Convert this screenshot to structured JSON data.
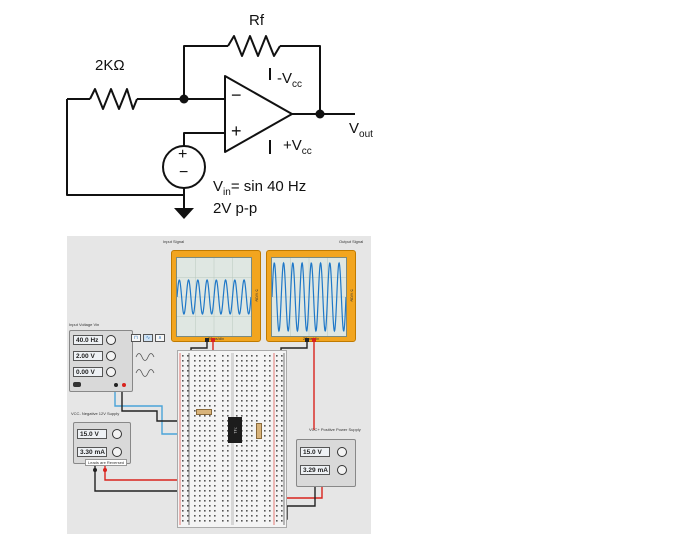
{
  "schematic": {
    "rf_label": "Rf",
    "input_resistor_label": "2KΩ",
    "neg_supply": {
      "main": "-V",
      "sub": "cc"
    },
    "pos_supply": {
      "main": "+V",
      "sub": "cc"
    },
    "output": {
      "main": "V",
      "sub": "out"
    },
    "opamp_minus": "−",
    "opamp_plus": "+",
    "source_plus": "+",
    "source_minus": "−",
    "vin": {
      "main": "V",
      "sub": "in",
      "rest": "= sin 40 Hz"
    },
    "vin_pp": "2V p-p"
  },
  "simulation": {
    "input_scope_label": "Input Signal",
    "output_scope_label": "Output Signal",
    "input_scope_side": "5 V/div",
    "output_scope_side": "5 V/div",
    "scope_time": "20ms/div",
    "function_generator": {
      "title": "Input Voltage Vin",
      "frequency": "40.0 Hz",
      "amplitude": "2.00 V",
      "offset": "0.00 V"
    },
    "neg_supply": {
      "title": "VCC- Negative 12V Supply",
      "voltage": "15.0 V",
      "current": "3.30 mA",
      "note": "Leads are Reversed"
    },
    "pos_supply": {
      "title": "VCC+ Positive Power Supply",
      "voltage": "15.0 V",
      "current": "3.29 mA"
    },
    "chip_label": "741"
  },
  "colors": {
    "scope_body": "#f2a51f",
    "trace": "#1f78c8",
    "wire_red": "#d9231d",
    "wire_black": "#222222",
    "wire_blue": "#4aa3d8",
    "wire_green": "#2c9a3a"
  }
}
